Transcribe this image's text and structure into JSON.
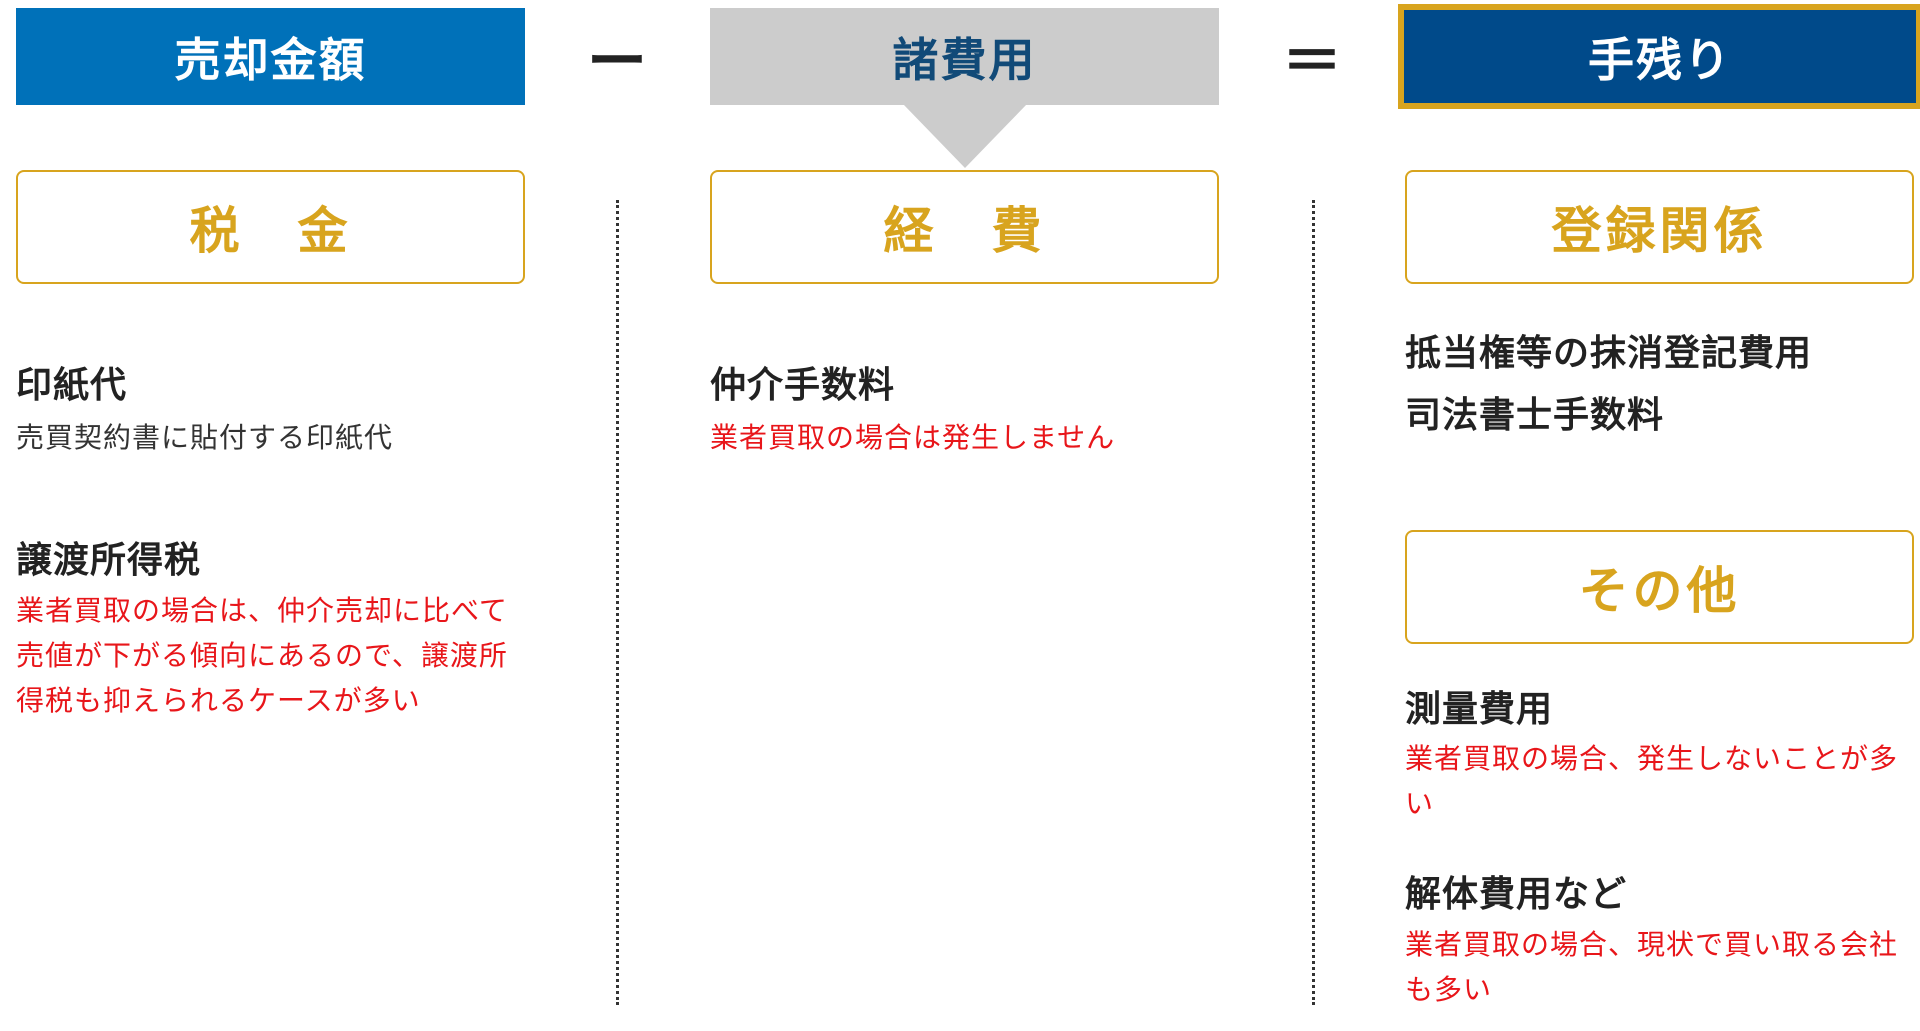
{
  "colors": {
    "sale_header_bg": "#0071b9",
    "sale_header_text": "#ffffff",
    "expense_header_bg": "#cccccc",
    "expense_header_text": "#114a78",
    "net_header_bg": "#004a8a",
    "net_header_text": "#ffffff",
    "net_header_border": "#d8a41e",
    "gold": "#d8a41e",
    "red": "#e8161a"
  },
  "header": {
    "sale": "売却金額",
    "expenses": "諸費用",
    "net": "手残り",
    "minus": "ー",
    "equals": "＝"
  },
  "columns": {
    "tax": {
      "category": "税　金",
      "items": [
        {
          "title": "印紙代",
          "desc": "売買契約書に貼付する印紙代"
        },
        {
          "title": "譲渡所得税",
          "desc": "業者買取の場合は、仲介売却に比べて売値が下がる傾向にあるので、譲渡所得税も抑えられるケースが多い"
        }
      ]
    },
    "expense": {
      "category": "経　費",
      "items": [
        {
          "title": "仲介手数料",
          "desc": "業者買取の場合は発生しません"
        }
      ]
    },
    "registration": {
      "category": "登録関係",
      "items": [
        {
          "title": "抵当権等の抹消登記費用"
        },
        {
          "title": "司法書士手数料"
        }
      ]
    },
    "other": {
      "category": "その他",
      "items": [
        {
          "title": "測量費用",
          "desc": "業者買取の場合、発生しないことが多い"
        },
        {
          "title": "解体費用など",
          "desc": "業者買取の場合、現状で買い取る会社も多い"
        }
      ]
    }
  }
}
